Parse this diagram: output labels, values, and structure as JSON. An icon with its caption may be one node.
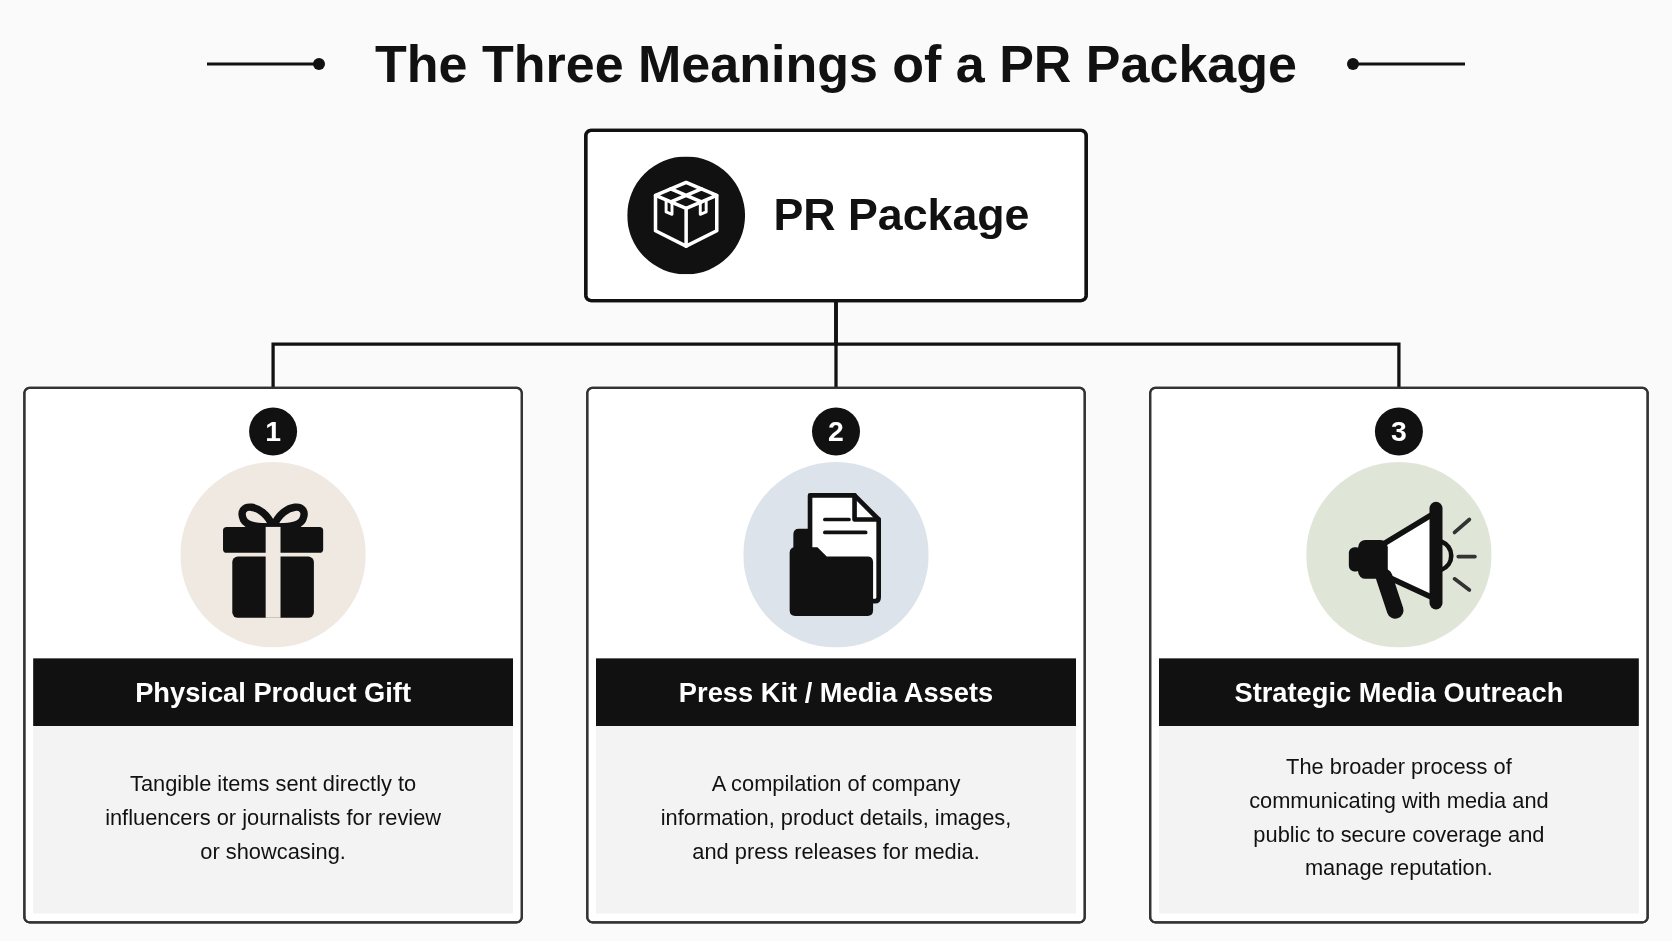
{
  "diagram": {
    "title": "The Three Meanings of a PR Package",
    "nodes": [
      {
        "text": [
          "PR Package"
        ]
      },
      {
        "text": [
          "1",
          "Physical Product Gift",
          "Tangible items sent directly to influencers or journalists for review or showcasing."
        ]
      },
      {
        "text": [
          "2",
          "Press Kit / Media Assets",
          "A compilation of company information, product details, images, and press releases for media."
        ]
      },
      {
        "text": [
          "3",
          "Strategic Media Outreach",
          "The broader process of communicating with media and public to secure coverage and manage reputation."
        ]
      }
    ],
    "edges": [
      {
        "from": 0,
        "to": 1,
        "arrow": "none"
      },
      {
        "from": 0,
        "to": 2,
        "arrow": "none"
      },
      {
        "from": 0,
        "to": 3,
        "arrow": "none"
      }
    ]
  }
}
